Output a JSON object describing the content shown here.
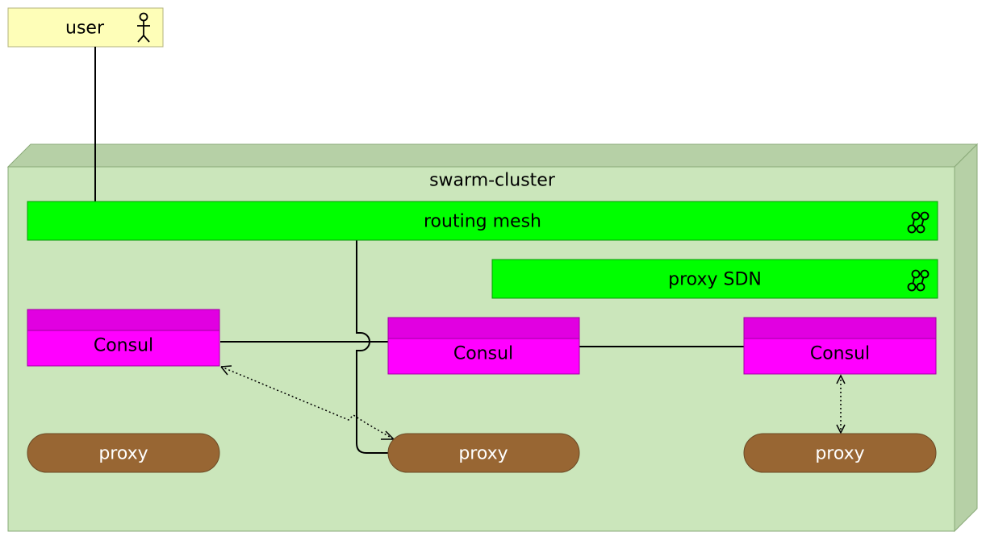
{
  "diagram": {
    "actor": {
      "label": "user",
      "icon": "actor-icon"
    },
    "node": {
      "label": "swarm-cluster"
    },
    "networks": [
      {
        "label": "routing mesh",
        "icon": "network-icon"
      },
      {
        "label": "proxy SDN",
        "icon": "network-icon"
      }
    ],
    "consuls": [
      {
        "label": "Consul"
      },
      {
        "label": "Consul"
      },
      {
        "label": "Consul"
      }
    ],
    "proxies": [
      {
        "label": "proxy"
      },
      {
        "label": "proxy"
      },
      {
        "label": "proxy"
      }
    ],
    "colors": {
      "actor_fill": "#fefeb8",
      "node_fill": "#cbe6bb",
      "node_side": "#b6d0a6",
      "network_fill": "#00ff00",
      "consul_fill": "#ff00ff",
      "consul_header": "#e100e1",
      "proxy_fill": "#986633"
    },
    "edges": [
      {
        "from": "user",
        "to": "routing mesh",
        "style": "solid"
      },
      {
        "from": "routing mesh",
        "to": "proxy 2",
        "style": "solid"
      },
      {
        "from": "Consul 1",
        "to": "Consul 2",
        "style": "solid"
      },
      {
        "from": "Consul 2",
        "to": "Consul 3",
        "style": "solid"
      },
      {
        "from": "Consul 1",
        "to": "proxy 2",
        "style": "dotted-bidirectional"
      },
      {
        "from": "Consul 3",
        "to": "proxy 3",
        "style": "dotted-bidirectional"
      }
    ]
  }
}
